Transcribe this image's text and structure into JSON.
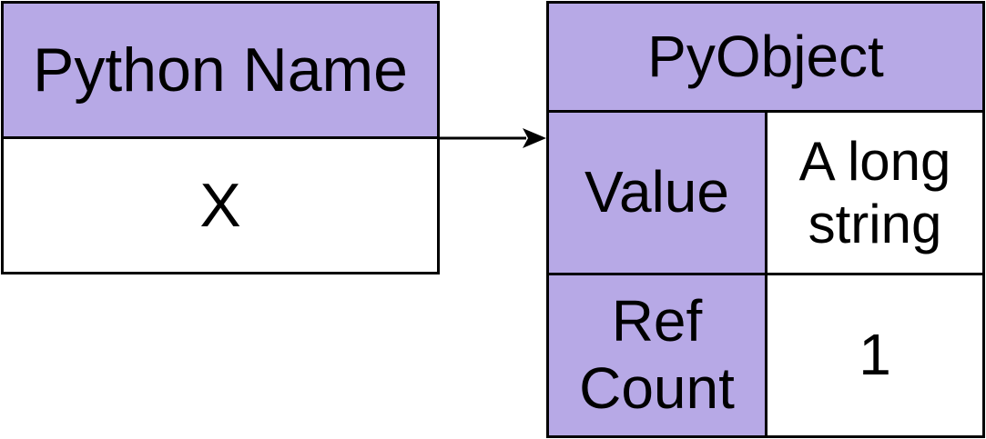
{
  "python_name_table": {
    "header": "Python Name",
    "value": "X"
  },
  "pyobject_table": {
    "header": "PyObject",
    "value_label": "Value",
    "value": "A long\nstring",
    "refcount_label": "Ref\nCount",
    "refcount": "1"
  },
  "colors": {
    "header_fill": "#b7a9e6",
    "cell_fill": "#ffffff",
    "stroke": "#000000"
  }
}
